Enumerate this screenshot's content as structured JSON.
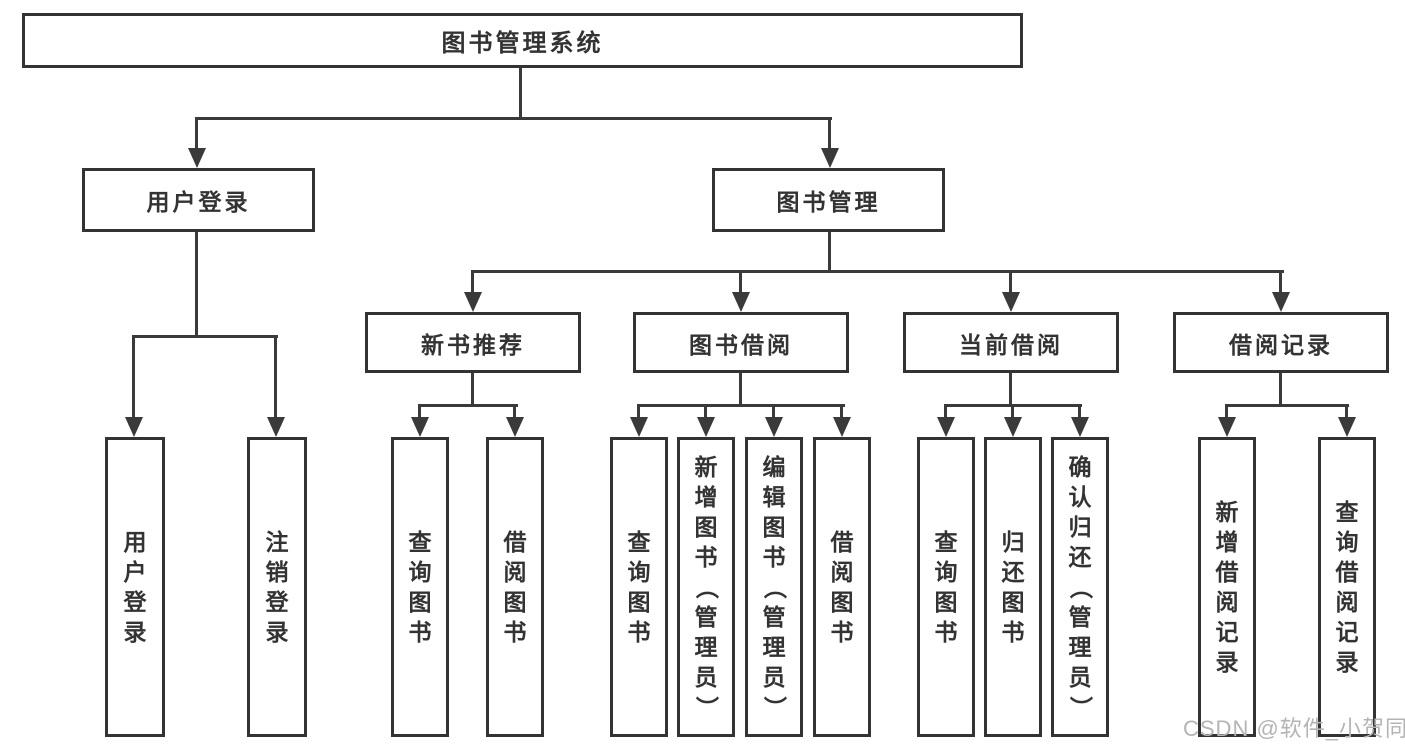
{
  "diagram_type": "hierarchy-diagram",
  "tree": {
    "root": {
      "label": "图书管理系统"
    },
    "branches": [
      {
        "label": "用户登录",
        "children": [
          {
            "label": "用户登录"
          },
          {
            "label": "注销登录"
          }
        ]
      },
      {
        "label": "图书管理",
        "children": [
          {
            "label": "新书推荐",
            "children": [
              {
                "label": "查询图书"
              },
              {
                "label": "借阅图书"
              }
            ]
          },
          {
            "label": "图书借阅",
            "children": [
              {
                "label": "查询图书"
              },
              {
                "label": "新增图书（管理员）"
              },
              {
                "label": "编辑图书（管理员）"
              },
              {
                "label": "借阅图书"
              }
            ]
          },
          {
            "label": "当前借阅",
            "children": [
              {
                "label": "查询图书"
              },
              {
                "label": "归还图书"
              },
              {
                "label": "确认归还（管理员）"
              }
            ]
          },
          {
            "label": "借阅记录",
            "children": [
              {
                "label": "新增借阅记录"
              },
              {
                "label": "查询借阅记录"
              }
            ]
          }
        ]
      }
    ]
  },
  "watermark": {
    "text": "CSDN @软件_小贺同学"
  },
  "colors": {
    "line": "#3a3a3a",
    "box_border": "#333333",
    "text": "#333333",
    "watermark": "#b4b4b4",
    "background": "#ffffff"
  }
}
